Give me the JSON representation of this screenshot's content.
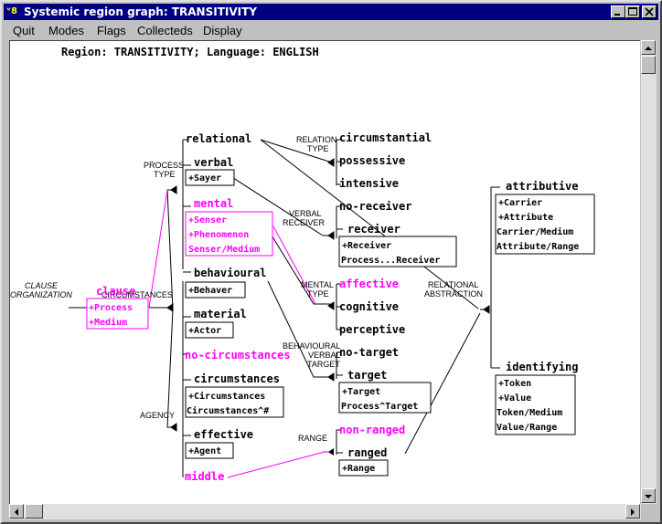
{
  "window": {
    "title": "Systemic region graph: TRANSITIVITY",
    "app_icon_glyph": "ᵛ8"
  },
  "menu": [
    "Quit",
    "Modes",
    "Flags",
    "Collecteds",
    "Display"
  ],
  "header": "Region: TRANSITIVITY; Language: ENGLISH",
  "colors": {
    "selected": "#ff00ff",
    "normal": "#000000",
    "titlebar": "#000080"
  },
  "graph": {
    "systems": {
      "clause_organization": [
        "CLAUSE",
        "ORGANIZATION"
      ],
      "process_type": [
        "PROCESS",
        "TYPE"
      ],
      "circumstances": [
        "CIRCUMSTANCES"
      ],
      "agency": [
        "AGENCY"
      ],
      "relation_type": [
        "RELATION",
        "TYPE"
      ],
      "verbal_receiver": [
        "VERBAL",
        "RECEIVER"
      ],
      "mental_type": [
        "MENTAL",
        "TYPE"
      ],
      "behavioural_verbal_target": [
        "BEHAVIOURAL",
        "VERBAL",
        "TARGET"
      ],
      "range": [
        "RANGE"
      ],
      "relational_abstraction": [
        "RELATIONAL",
        "ABSTRACTION"
      ]
    },
    "features": {
      "clause": "clause",
      "relational": "relational",
      "verbal": "verbal",
      "mental": "mental",
      "behavioural": "behavioural",
      "material": "material",
      "no_circumstances": "no-circumstances",
      "circumstances": "circumstances",
      "effective": "effective",
      "middle": "middle",
      "circumstantial": "circumstantial",
      "possessive": "possessive",
      "intensive": "intensive",
      "no_receiver": "no-receiver",
      "receiver": "receiver",
      "affective": "affective",
      "cognitive": "cognitive",
      "perceptive": "perceptive",
      "no_target": "no-target",
      "target": "target",
      "non_ranged": "non-ranged",
      "ranged": "ranged",
      "attributive": "attributive",
      "identifying": "identifying"
    },
    "realizations": {
      "clause": [
        "+Process",
        "+Medium"
      ],
      "verbal": [
        "+Sayer"
      ],
      "mental": [
        "+Senser",
        "+Phenomenon",
        "Senser/Medium"
      ],
      "behavioural": [
        "+Behaver"
      ],
      "material": [
        "+Actor"
      ],
      "circumstances": [
        "+Circumstances",
        "Circumstances^#"
      ],
      "effective": [
        "+Agent"
      ],
      "receiver": [
        "+Receiver",
        "Process...Receiver"
      ],
      "target": [
        "+Target",
        "Process^Target"
      ],
      "ranged": [
        "+Range"
      ],
      "attributive": [
        "+Carrier",
        "+Attribute",
        "Carrier/Medium",
        "Attribute/Range"
      ],
      "identifying": [
        "+Token",
        "+Value",
        "Token/Medium",
        "Value/Range"
      ]
    }
  }
}
